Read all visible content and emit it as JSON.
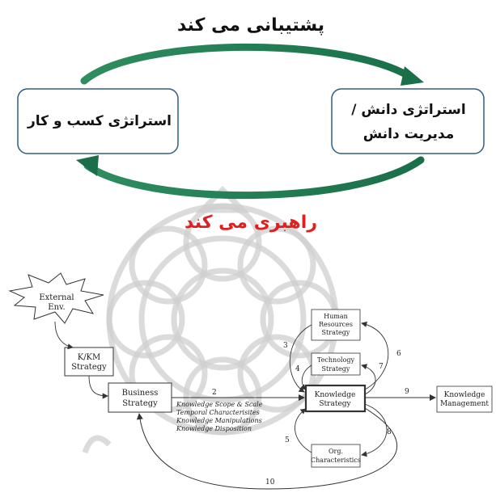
{
  "top": {
    "supports_label": "پشتیبانی می کند",
    "leads_label": "راهبری می کند",
    "business_box": "استراتژی کسب و کار",
    "knowledge_box_line1": "استراتژی دانش /",
    "knowledge_box_line2": "مدیریت دانش",
    "colors": {
      "supports_text": "#111111",
      "leads_text": "#e02020",
      "arrow_green": "#1d8a5a",
      "box_border": "#2e5d86"
    }
  },
  "bottom": {
    "nodes": {
      "external_env_1": "External",
      "external_env_2": "Env.",
      "kkm_1": "K/KM",
      "kkm_2": "Strategy",
      "business_1": "Business",
      "business_2": "Strategy",
      "hr_1": "Human",
      "hr_2": "Resources",
      "hr_3": "Strategy",
      "tech_1": "Technology",
      "tech_2": "Strategy",
      "knowledge_1": "Knowledge",
      "knowledge_2": "Strategy",
      "km_1": "Knowledge",
      "km_2": "Management",
      "org_1": "Org.",
      "org_2": "Characteristics"
    },
    "edge_labels": {
      "e2": "2",
      "e3": "3",
      "e4": "4",
      "e5": "5",
      "e6": "6",
      "e7": "7",
      "e8": "8",
      "e9": "9",
      "e10": "10"
    },
    "dimensions": [
      "Knowledge Scope & Scale",
      "Temporal Characterisites",
      "Knowledge Manipulations",
      "Knowledge Disposition"
    ]
  }
}
